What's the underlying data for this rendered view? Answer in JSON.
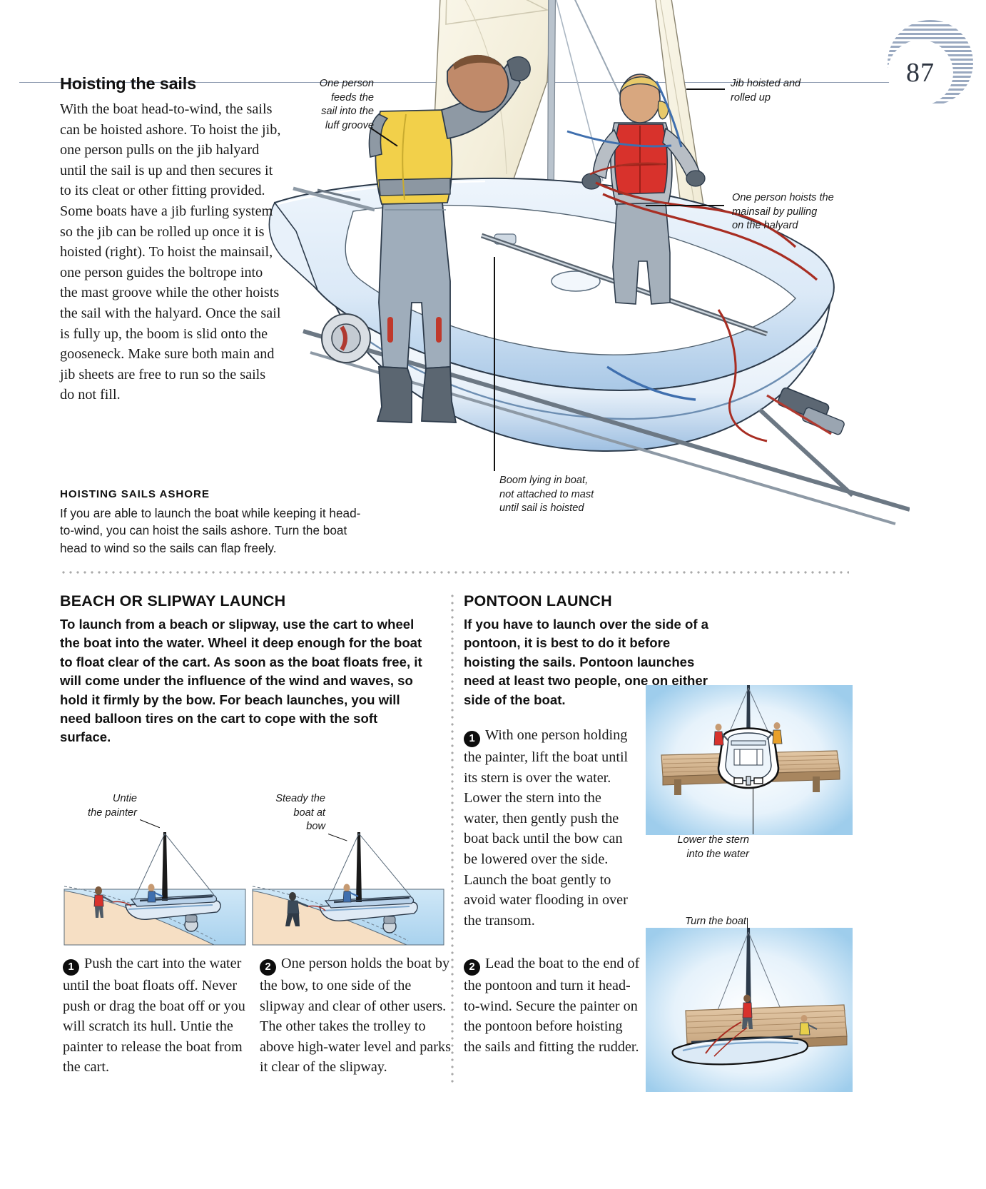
{
  "page": {
    "number": "87"
  },
  "left_column": {
    "heading": "Hoisting the sails",
    "paragraph": "With the boat head-to-wind, the sails can be hoisted ashore. To hoist the jib, one person pulls on the jib halyard until the sail is up and then secures it to its cleat or other fitting provided. Some boats have a jib furling system so the jib can be rolled up once it is hoisted (right). To hoist the mainsail, one person guides the boltrope into the mast groove while the other hoists the sail with the halyard. Once the sail is fully up, the boom is slid onto the gooseneck. Make sure both main and jib sheets are free to run so the sails do not fill."
  },
  "ashore": {
    "heading": "HOISTING SAILS ASHORE",
    "paragraph": "If you are able to launch the boat while keeping it head-to-wind, you can hoist the sails ashore. Turn the boat head to wind so the sails can flap freely."
  },
  "hero_captions": {
    "luff_groove": "One person\nfeeds the\nsail into the\nluff groove",
    "jib_rolled": "Jib hoisted and\nrolled up",
    "mainsail_hoist": "One person hoists the\nmainsail by pulling\non the halyard",
    "boom": "Boom lying in boat,\nnot attached to mast\nuntil sail is hoisted"
  },
  "beach": {
    "heading": "BEACH OR SLIPWAY LAUNCH",
    "intro": "To launch from a beach or slipway, use the cart to wheel the boat into the water. Wheel it deep enough for the boat to float clear of the cart. As soon as the boat floats free, it will come under the influence of the wind and waves, so hold it firmly by the bow. For beach launches, you will need balloon tires on the cart to cope with the soft surface.",
    "caption_1": "Untie\nthe painter",
    "caption_2": "Steady the\nboat at\nbow",
    "step_1_num": "1",
    "step_1": "Push the cart into the water until the boat floats off. Never push or drag the boat off or you will scratch its hull. Untie the painter to release the boat from the cart.",
    "step_2_num": "2",
    "step_2": "One person holds the boat by the bow, to one side of the slipway and clear of other users. The other takes the trolley to above high-water level and parks it clear of the slipway."
  },
  "pontoon": {
    "heading": "PONTOON LAUNCH",
    "intro": "If you have to launch over the side of a pontoon, it is best to do it before hoisting the sails. Pontoon launches need at least two people, one on either side of the boat.",
    "step_1_num": "1",
    "step_1": "With one person holding the painter, lift the boat until its stern is over the water. Lower the stern into the water, then gently push the boat back until the bow can be lowered over the side. Launch the boat gently to avoid water flooding in over the transom.",
    "step_2_num": "2",
    "step_2": "Lead the boat to the end of the pontoon and turn it head-to-wind. Secure the painter on the pontoon before hoisting the sails and fitting the rudder.",
    "caption_1": "Lower the stern\ninto the water",
    "caption_2": "Turn the boat\nhead-to-wind"
  },
  "colors": {
    "hull_light": "#c9ddf0",
    "hull_mid": "#a8c6e4",
    "sail_cream": "#f6f2e2",
    "water": "#bcdcf2",
    "sand": "#f6dfc4",
    "pontoon_wood": "#d7b894",
    "vest_yellow": "#f2d04a",
    "vest_red": "#d8322c",
    "rope_red": "#b02a21",
    "rule_gray": "#a9a9a9",
    "folio_blue": "#9aa9c0"
  }
}
